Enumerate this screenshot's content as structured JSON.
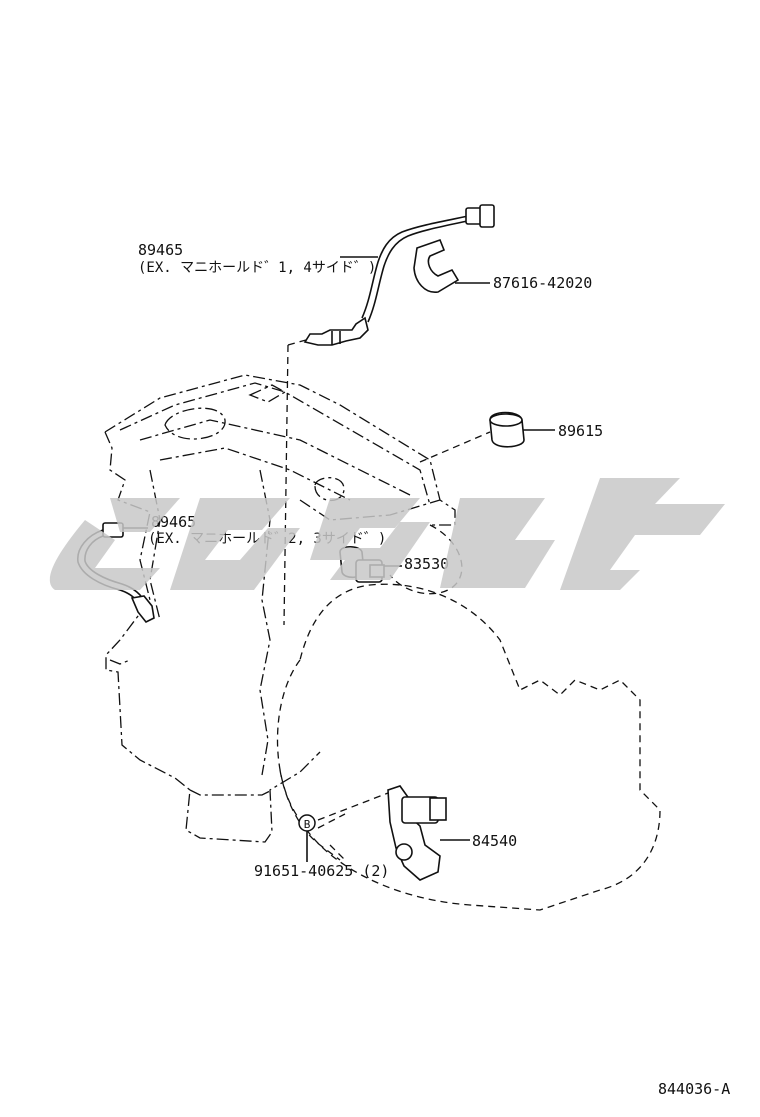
{
  "diagram": {
    "parts": [
      {
        "number": "89465",
        "note": "(EX. マニホールド゛1, 4サイド゛)"
      },
      {
        "number": "87616-42020",
        "note": ""
      },
      {
        "number": "89615",
        "note": ""
      },
      {
        "number": "89465",
        "note": "(EX. マニホールド゛2, 3サイド゛)"
      },
      {
        "number": "83530",
        "note": ""
      },
      {
        "number": "84540",
        "note": ""
      },
      {
        "number": "91651-40625 (2)",
        "note": ""
      }
    ],
    "callout_marker": "B",
    "figure_ref": "844036-A"
  },
  "colors": {
    "ink": "#111111",
    "watermark": "#c8c8c8",
    "background": "#ffffff"
  }
}
